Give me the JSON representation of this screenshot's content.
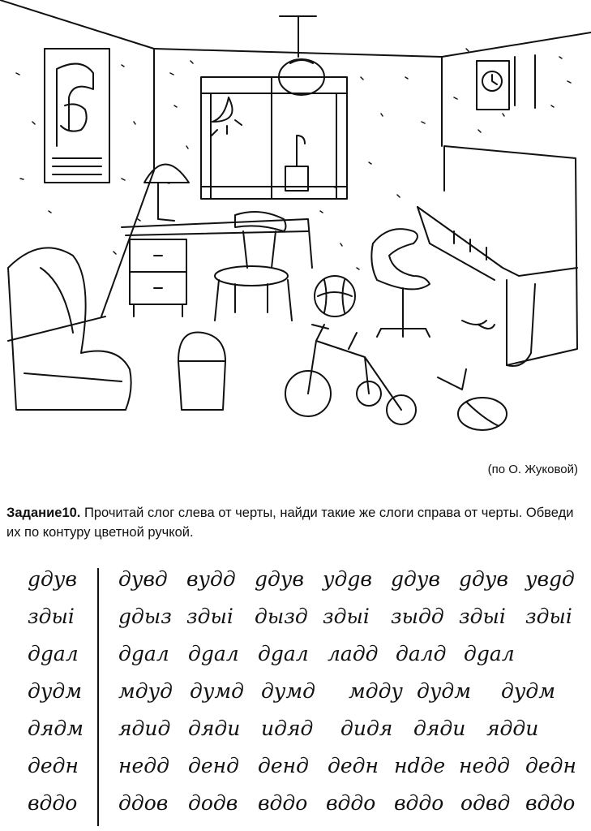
{
  "credit": "(по О. Жуковой)",
  "task": {
    "label": "Задание10.",
    "text": " Прочитай слог слева от черты, найди такие же слоги справа от черты. Обведи их по контуру цветной ручкой."
  },
  "rows": [
    {
      "target": "gдув",
      "options": [
        "дувд",
        "вудд",
        "gдув",
        "удgв",
        "gдув",
        "gдув",
        "увgд"
      ]
    },
    {
      "target": "здыі",
      "options": [
        "gдыз",
        "здыі",
        "дызд",
        "здыі",
        "зыдд",
        "здыі",
        "здыі"
      ]
    },
    {
      "target": "дgал",
      "options": [
        "дgал",
        "дgал",
        "дgал",
        "ладд",
        "далд",
        "дgал"
      ]
    },
    {
      "target": "дудм",
      "options": [
        "мдуд",
        "думд",
        "думд",
        "мдду",
        "дудм",
        "дудм"
      ]
    },
    {
      "target": "дядм",
      "options": [
        "ядид",
        "дяди",
        "идяд",
        "дидя",
        "дяди",
        "ядди"
      ]
    },
    {
      "target": "дедн",
      "options": [
        "недд",
        "денд",
        "денд",
        "дедн",
        "нdде",
        "недд",
        "дедн"
      ]
    },
    {
      "target": "вддо",
      "options": [
        "ддов",
        "додв",
        "вддо",
        "вддо",
        "вддо",
        "одвд",
        "вддо"
      ]
    }
  ]
}
